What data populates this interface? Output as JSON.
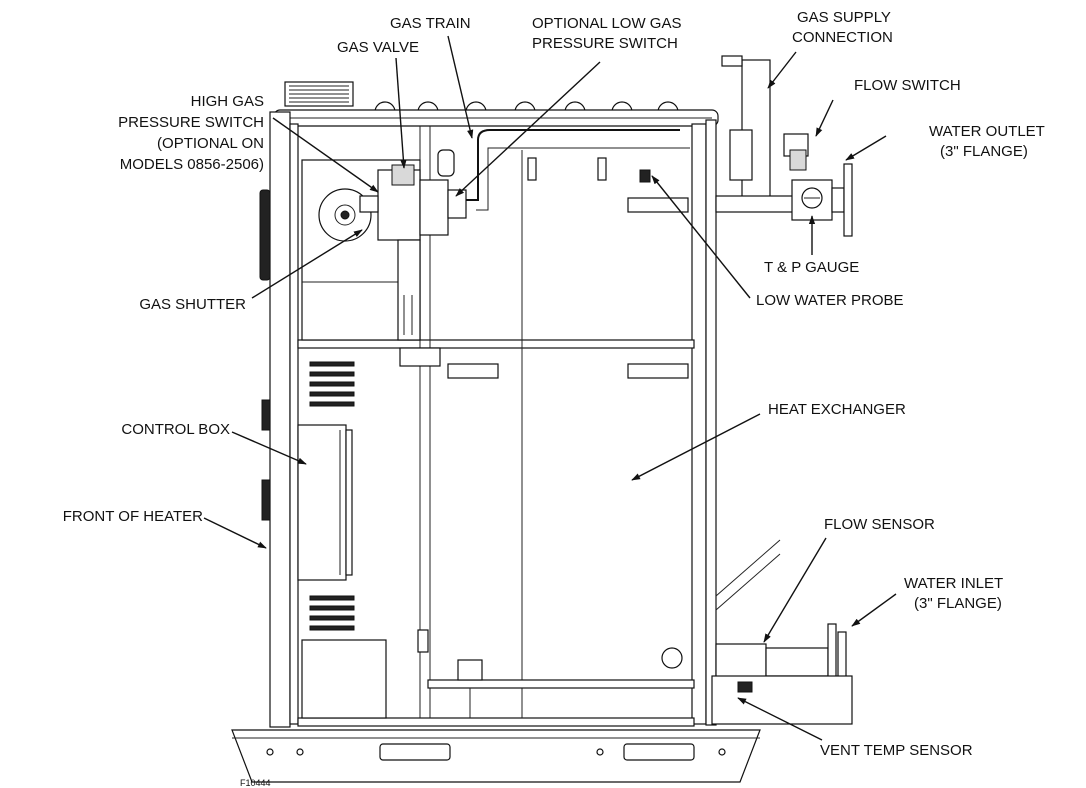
{
  "labels": {
    "gas_train": "GAS TRAIN",
    "gas_valve": "GAS VALVE",
    "optional_low_gas_1": "OPTIONAL LOW GAS",
    "optional_low_gas_2": "PRESSURE SWITCH",
    "gas_supply_1": "GAS SUPPLY",
    "gas_supply_2": "CONNECTION",
    "flow_switch": "FLOW SWITCH",
    "water_outlet_1": "WATER OUTLET",
    "water_outlet_2": "(3\" FLANGE)",
    "high_gas_1": "HIGH GAS",
    "high_gas_2": "PRESSURE SWITCH",
    "high_gas_3": "(OPTIONAL ON",
    "high_gas_4": "MODELS 0856-2506)",
    "tp_gauge": "T & P GAUGE",
    "low_water_probe": "LOW WATER PROBE",
    "gas_shutter": "GAS SHUTTER",
    "heat_exchanger": "HEAT EXCHANGER",
    "control_box": "CONTROL BOX",
    "front_of_heater": "FRONT OF HEATER",
    "flow_sensor": "FLOW SENSOR",
    "water_inlet_1": "WATER INLET",
    "water_inlet_2": "(3\" FLANGE)",
    "vent_temp_sensor": "VENT TEMP SENSOR"
  },
  "figure_id": "F10444"
}
